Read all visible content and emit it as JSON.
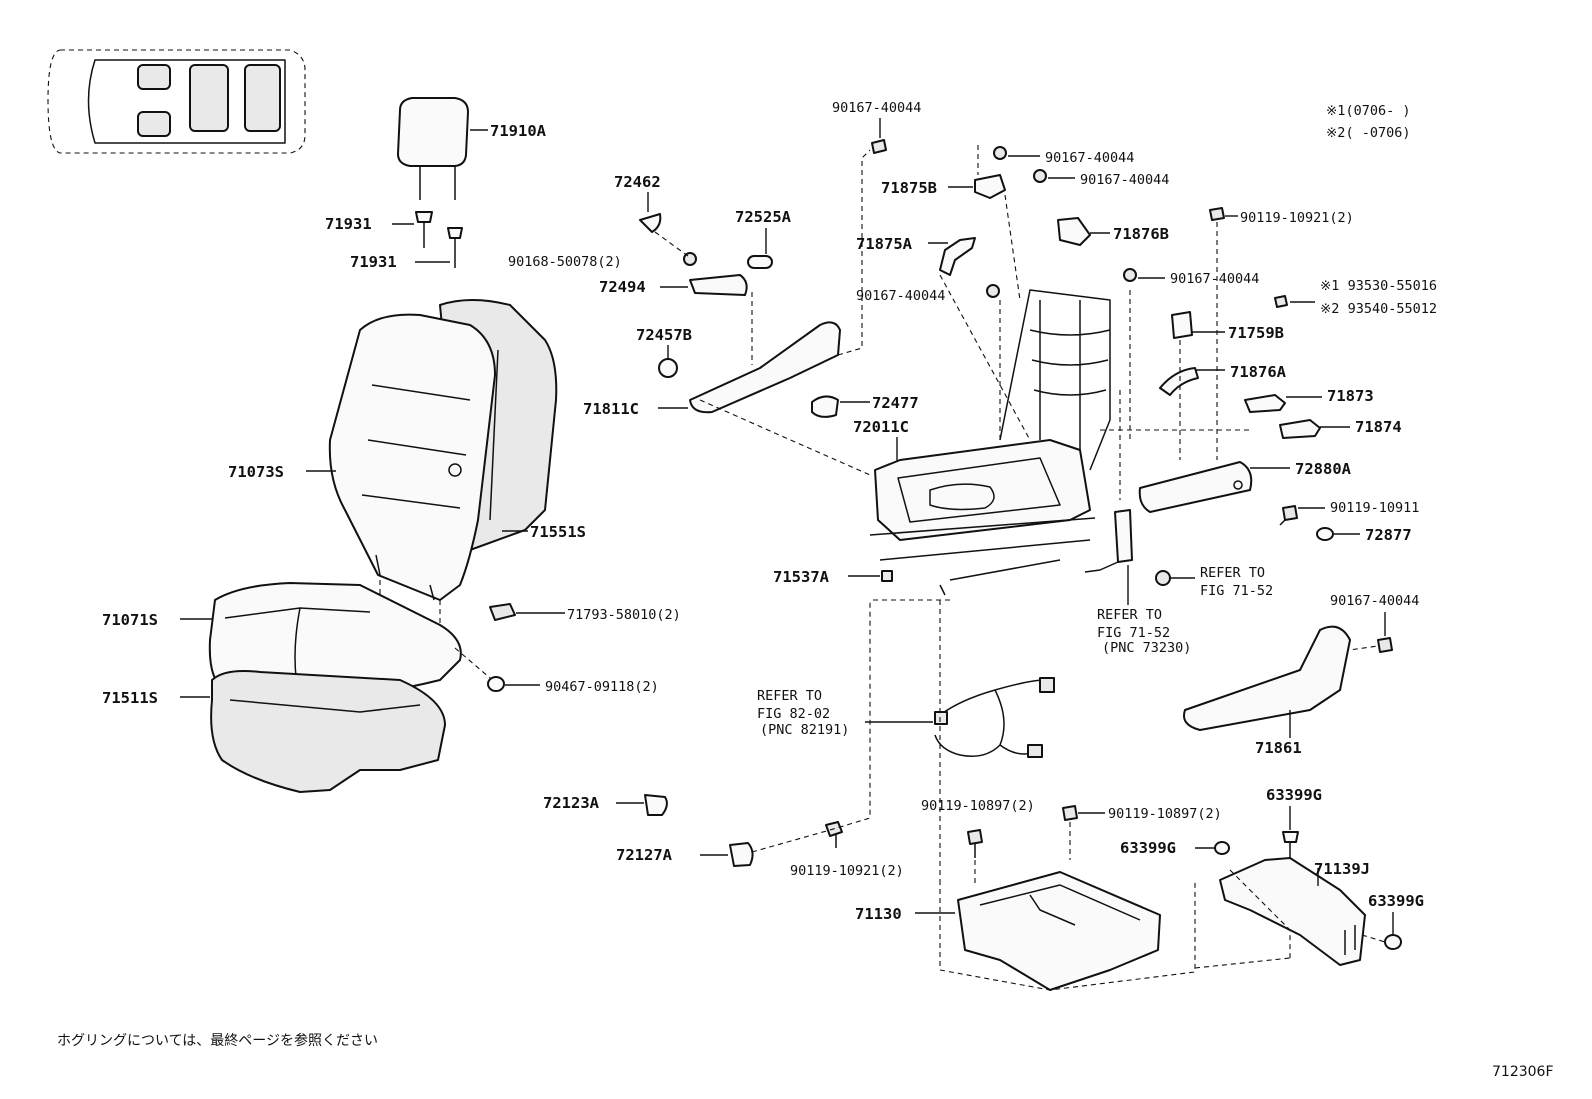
{
  "legend": {
    "line1": "※1(0706-     )",
    "line2": "※2(     -0706)"
  },
  "labels": {
    "p71910A": "71910A",
    "p71931a": "71931",
    "p71931b": "71931",
    "p71073S": "71073S",
    "p71551S": "71551S",
    "p71071S": "71071S",
    "p71511S": "71511S",
    "p71793": "71793-58010(2)",
    "p90467": "90467-09118(2)",
    "p72123A": "72123A",
    "p72127A": "72127A",
    "p90119_10921b": "90119-10921(2)",
    "p72462": "72462",
    "p72525A": "72525A",
    "p90168": "90168-50078(2)",
    "p72494": "72494",
    "p72457B": "72457B",
    "p71811C": "71811C",
    "p72477": "72477",
    "p72011C": "72011C",
    "p71537A": "71537A",
    "p90167_top": "90167-40044",
    "p90167_a": "90167-40044",
    "p90167_b": "90167-40044",
    "p71875B": "71875B",
    "p71876B": "71876B",
    "p90119_10921a": "90119-10921(2)",
    "p71875A": "71875A",
    "p90167_c": "90167-40044",
    "p90167_d": "90167-40044",
    "p93530": "※1  93530-55016",
    "p93540": "※2  93540-55012",
    "p71759B": "71759B",
    "p71876A": "71876A",
    "p71873": "71873",
    "p71874": "71874",
    "p72880A": "72880A",
    "p90119_10911": "90119-10911",
    "p72877": "72877",
    "p90167_e": "90167-40044",
    "p71861": "71861",
    "p90119_10897a": "90119-10897(2)",
    "p90119_10897b": "90119-10897(2)",
    "p63399G_a": "63399G",
    "p63399G_b": "63399G",
    "p63399G_c": "63399G",
    "p71139J": "71139J",
    "p71130": "71130"
  },
  "refers": {
    "r1_line1": "REFER TO",
    "r1_line2": "FIG 71-52",
    "r2_line1": "REFER TO",
    "r2_line2": "FIG 71-52",
    "r2_line3": "(PNC 73230)",
    "r3_line1": "REFER TO",
    "r3_line2": "FIG 82-02",
    "r3_line3": "(PNC 82191)"
  },
  "footer": {
    "note_jp": "ホグリングについては、最終ページを参照ください",
    "fig_code": "712306F"
  }
}
